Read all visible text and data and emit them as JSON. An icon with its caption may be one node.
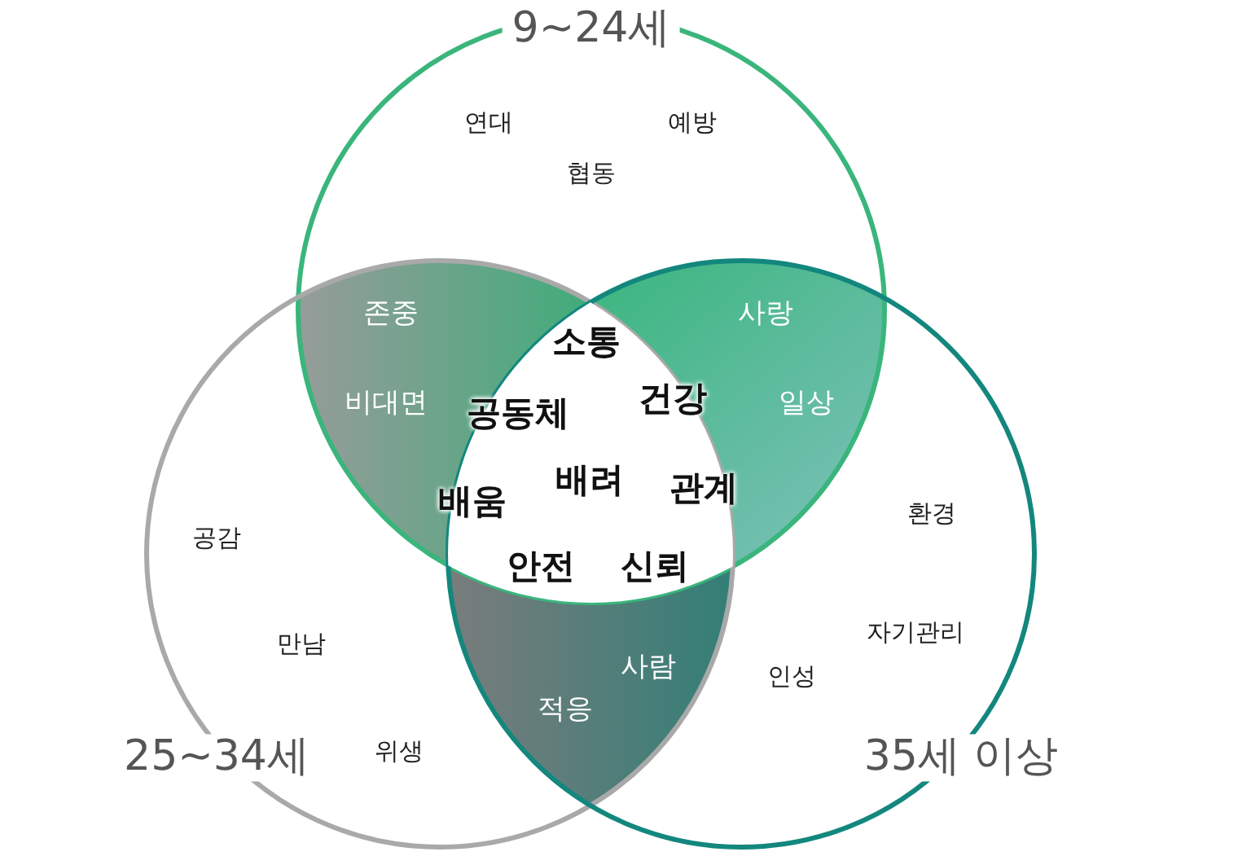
{
  "diagram": {
    "nodes": [
      {
        "text": [
          "9~24세",
          "연대",
          "예방",
          "협동"
        ]
      },
      {
        "text": [
          "공감",
          "만남",
          "25~34세",
          "위생"
        ]
      },
      {
        "text": [
          "환경",
          "자기관리",
          "인성",
          "35세 이상"
        ]
      },
      {
        "text": [
          "존중",
          "비대면"
        ]
      },
      {
        "text": [
          "사랑",
          "일상"
        ]
      },
      {
        "text": [
          "소통",
          "공동체",
          "건강",
          "배려",
          "관계",
          "배움",
          "안전",
          "신뢰"
        ]
      },
      {
        "text": [
          "사람",
          "적응"
        ]
      }
    ]
  }
}
